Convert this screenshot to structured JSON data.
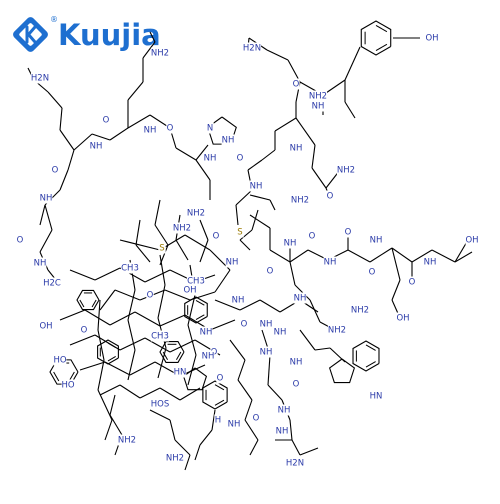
{
  "logo": {
    "brand_text": "Kuujia",
    "registered_mark": "®",
    "color": "#1e6fd0"
  },
  "molecule": {
    "bond_color": "#000000",
    "heteroatom_color": "#2a3aa8",
    "labels": [
      {
        "name": "nh2-label",
        "text": "NH2"
      },
      {
        "name": "h2n-label",
        "text": "H2N"
      },
      {
        "name": "oh-label",
        "text": "OH"
      },
      {
        "name": "ho-label",
        "text": "HO"
      },
      {
        "name": "nh-label",
        "text": "NH"
      },
      {
        "name": "hn-label",
        "text": "HN"
      },
      {
        "name": "h2c-label",
        "text": "H2C"
      },
      {
        "name": "ch3-label",
        "text": "CH3"
      },
      {
        "name": "n-label",
        "text": "N"
      },
      {
        "name": "o-label",
        "text": "O"
      },
      {
        "name": "s-label",
        "text": "S"
      },
      {
        "name": "h-label",
        "text": "H"
      },
      {
        "name": "hos-label",
        "text": "HOS"
      }
    ]
  }
}
